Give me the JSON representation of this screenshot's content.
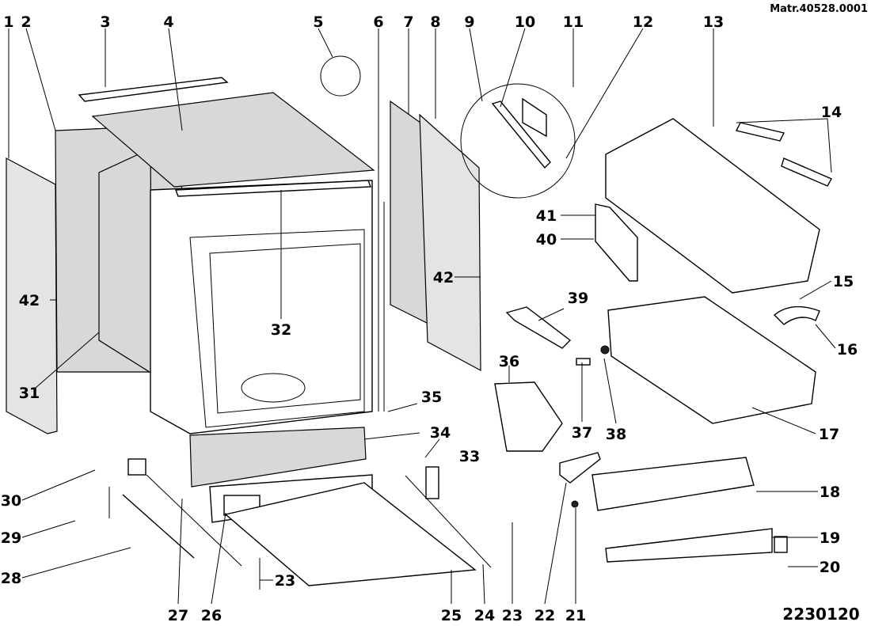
{
  "header": {
    "material_code": "Matr.40528.0001"
  },
  "footer": {
    "diagram_code": "2230120"
  },
  "callouts": [
    {
      "id": "1",
      "text": "1"
    },
    {
      "id": "2",
      "text": "2"
    },
    {
      "id": "3",
      "text": "3"
    },
    {
      "id": "4",
      "text": "4"
    },
    {
      "id": "5",
      "text": "5"
    },
    {
      "id": "6",
      "text": "6"
    },
    {
      "id": "7",
      "text": "7"
    },
    {
      "id": "8",
      "text": "8"
    },
    {
      "id": "9",
      "text": "9"
    },
    {
      "id": "10",
      "text": "10"
    },
    {
      "id": "11",
      "text": "11"
    },
    {
      "id": "12",
      "text": "12"
    },
    {
      "id": "13",
      "text": "13"
    },
    {
      "id": "14",
      "text": "14"
    },
    {
      "id": "15",
      "text": "15"
    },
    {
      "id": "16",
      "text": "16"
    },
    {
      "id": "17",
      "text": "17"
    },
    {
      "id": "18",
      "text": "18"
    },
    {
      "id": "19",
      "text": "19"
    },
    {
      "id": "20",
      "text": "20"
    },
    {
      "id": "21",
      "text": "21"
    },
    {
      "id": "22",
      "text": "22"
    },
    {
      "id": "23a",
      "text": "23"
    },
    {
      "id": "23b",
      "text": "23"
    },
    {
      "id": "24",
      "text": "24"
    },
    {
      "id": "25",
      "text": "25"
    },
    {
      "id": "26",
      "text": "26"
    },
    {
      "id": "27",
      "text": "27"
    },
    {
      "id": "28",
      "text": "28"
    },
    {
      "id": "29",
      "text": "29"
    },
    {
      "id": "30",
      "text": "30"
    },
    {
      "id": "31",
      "text": "31"
    },
    {
      "id": "32",
      "text": "32"
    },
    {
      "id": "33",
      "text": "33"
    },
    {
      "id": "34",
      "text": "34"
    },
    {
      "id": "35",
      "text": "35"
    },
    {
      "id": "36",
      "text": "36"
    },
    {
      "id": "37",
      "text": "37"
    },
    {
      "id": "38",
      "text": "38"
    },
    {
      "id": "39",
      "text": "39"
    },
    {
      "id": "40",
      "text": "40"
    },
    {
      "id": "41",
      "text": "41"
    },
    {
      "id": "42a",
      "text": "42"
    },
    {
      "id": "42b",
      "text": "42"
    }
  ]
}
